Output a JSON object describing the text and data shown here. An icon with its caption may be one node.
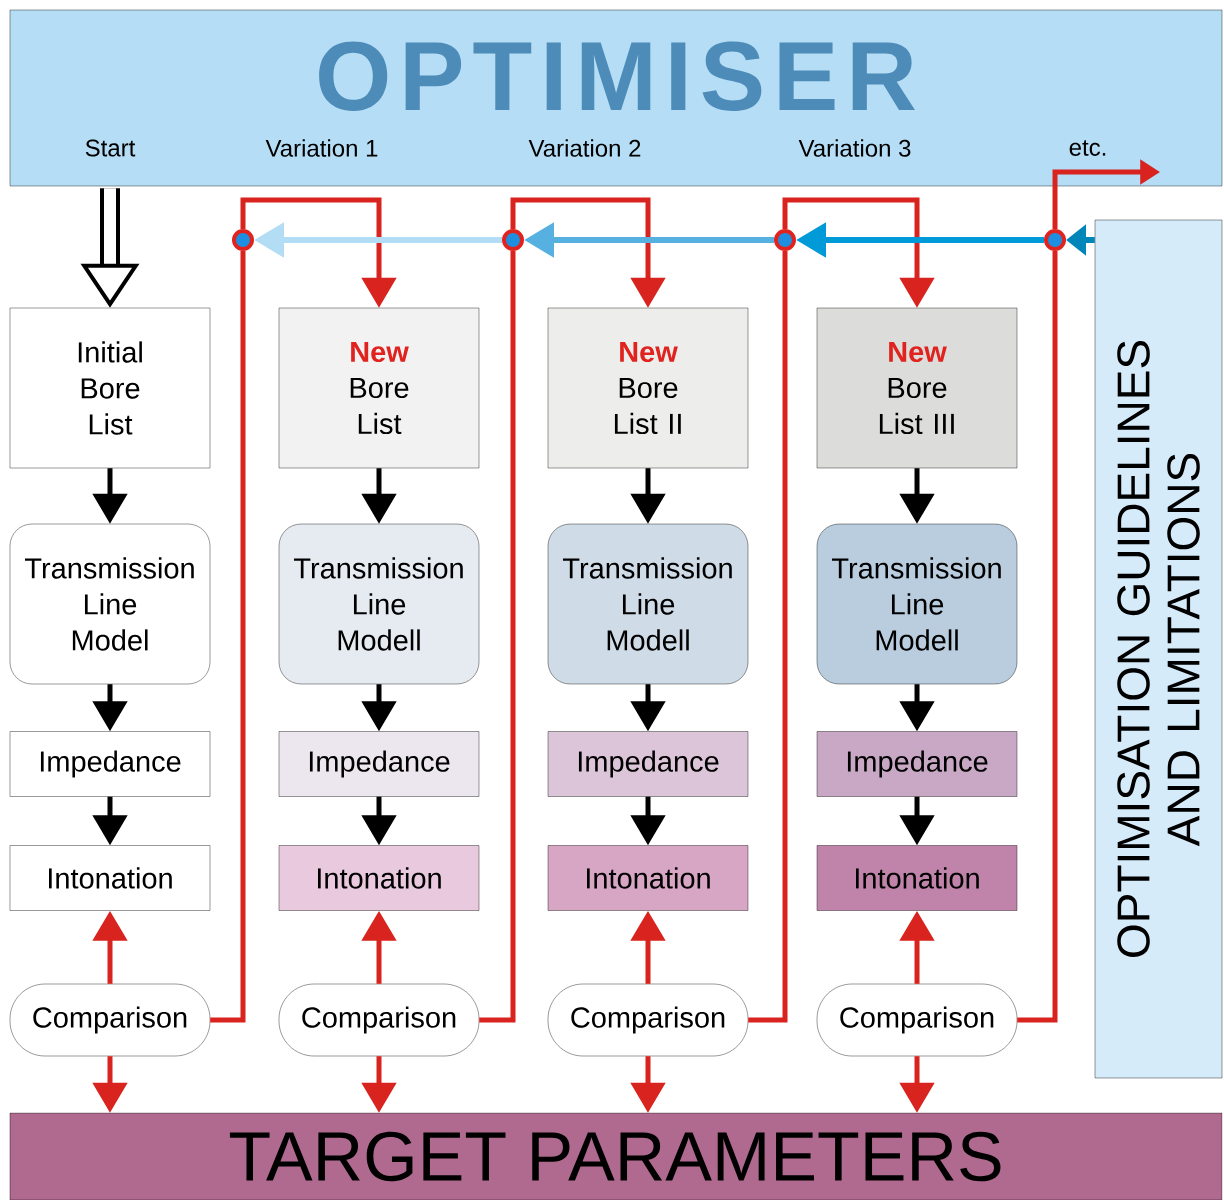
{
  "diagram": {
    "nodes": [
      {
        "text": [
          "OPTIMISER"
        ]
      },
      {
        "text": [
          "OPTIMISATION GUIDELINES AND LIMITATIONS"
        ]
      },
      {
        "text": [
          "TARGET PARAMETERS"
        ]
      },
      {
        "text": [
          "Initial Bore List"
        ]
      },
      {
        "text": [
          "Transmission Line Model"
        ]
      },
      {
        "text": [
          "Impedance"
        ]
      },
      {
        "text": [
          "Intonation"
        ]
      },
      {
        "text": [
          "Comparison"
        ]
      },
      {
        "text": [
          "New",
          "Bore List"
        ]
      },
      {
        "text": [
          "Transmission Line Modell"
        ]
      },
      {
        "text": [
          "Impedance"
        ]
      },
      {
        "text": [
          "Intonation"
        ]
      },
      {
        "text": [
          "Comparison"
        ]
      },
      {
        "text": [
          "New",
          "Bore List II"
        ]
      },
      {
        "text": [
          "Transmission Line Modell"
        ]
      },
      {
        "text": [
          "Impedance"
        ]
      },
      {
        "text": [
          "Intonation"
        ]
      },
      {
        "text": [
          "Comparison"
        ]
      },
      {
        "text": [
          "New",
          "Bore List III"
        ]
      },
      {
        "text": [
          "Transmission Line Modell"
        ]
      },
      {
        "text": [
          "Impedance"
        ]
      },
      {
        "text": [
          "Intonation"
        ]
      },
      {
        "text": [
          "Comparison"
        ]
      },
      {
        "text": [],
        "shape": "circle"
      },
      {
        "text": [],
        "shape": "circle"
      },
      {
        "text": [],
        "shape": "circle"
      },
      {
        "text": [],
        "shape": "circle"
      }
    ],
    "edges": [
      {
        "from": 0,
        "to": 3,
        "arrow": "to",
        "style": "thick",
        "color": "#000000"
      },
      {
        "from": 3,
        "to": 4,
        "arrow": "to",
        "color": "#000000"
      },
      {
        "from": 4,
        "to": 5,
        "arrow": "to",
        "color": "#000000"
      },
      {
        "from": 5,
        "to": 6,
        "arrow": "to",
        "color": "#000000"
      },
      {
        "from": 7,
        "to": 6,
        "arrow": "to",
        "color": "#d8231e"
      },
      {
        "from": 7,
        "to": 2,
        "arrow": "to",
        "color": "#d8231e"
      },
      {
        "from": 8,
        "to": 9,
        "arrow": "to",
        "color": "#000000"
      },
      {
        "from": 9,
        "to": 10,
        "arrow": "to",
        "color": "#000000"
      },
      {
        "from": 10,
        "to": 11,
        "arrow": "to",
        "color": "#000000"
      },
      {
        "from": 12,
        "to": 11,
        "arrow": "to",
        "color": "#d8231e"
      },
      {
        "from": 12,
        "to": 2,
        "arrow": "to",
        "color": "#d8231e"
      },
      {
        "from": 13,
        "to": 14,
        "arrow": "to",
        "color": "#000000"
      },
      {
        "from": 14,
        "to": 15,
        "arrow": "to",
        "color": "#000000"
      },
      {
        "from": 15,
        "to": 16,
        "arrow": "to",
        "color": "#000000"
      },
      {
        "from": 17,
        "to": 16,
        "arrow": "to",
        "color": "#d8231e"
      },
      {
        "from": 17,
        "to": 2,
        "arrow": "to",
        "color": "#d8231e"
      },
      {
        "from": 18,
        "to": 19,
        "arrow": "to",
        "color": "#000000"
      },
      {
        "from": 19,
        "to": 20,
        "arrow": "to",
        "color": "#000000"
      },
      {
        "from": 20,
        "to": 21,
        "arrow": "to",
        "color": "#000000"
      },
      {
        "from": 22,
        "to": 21,
        "arrow": "to",
        "color": "#d8231e"
      },
      {
        "from": 22,
        "to": 2,
        "arrow": "to",
        "color": "#d8231e"
      },
      {
        "from": 7,
        "to": 23,
        "arrow": "none",
        "color": "#d8231e"
      },
      {
        "from": 23,
        "to": 8,
        "arrow": "to",
        "color": "#d8231e"
      },
      {
        "from": 12,
        "to": 24,
        "arrow": "none",
        "color": "#d8231e"
      },
      {
        "from": 24,
        "to": 13,
        "arrow": "to",
        "color": "#d8231e"
      },
      {
        "from": 17,
        "to": 25,
        "arrow": "none",
        "color": "#d8231e"
      },
      {
        "from": 25,
        "to": 18,
        "arrow": "to",
        "color": "#d8231e"
      },
      {
        "from": 22,
        "to": 26,
        "arrow": "none",
        "color": "#d8231e"
      },
      {
        "from": 26,
        "to": 0,
        "arrow": "to",
        "color": "#d8231e"
      },
      {
        "from": 1,
        "to": 26,
        "arrow": "to",
        "color": "#0086b8"
      },
      {
        "from": 26,
        "to": 25,
        "arrow": "to",
        "color": "#009ad8"
      },
      {
        "from": 25,
        "to": 24,
        "arrow": "to",
        "color": "#56b0e0"
      },
      {
        "from": 24,
        "to": 23,
        "arrow": "to",
        "color": "#b3dcf5"
      }
    ],
    "labels": [
      "Start",
      "Variation 1",
      "Variation 2",
      "Variation 3",
      "etc."
    ]
  }
}
